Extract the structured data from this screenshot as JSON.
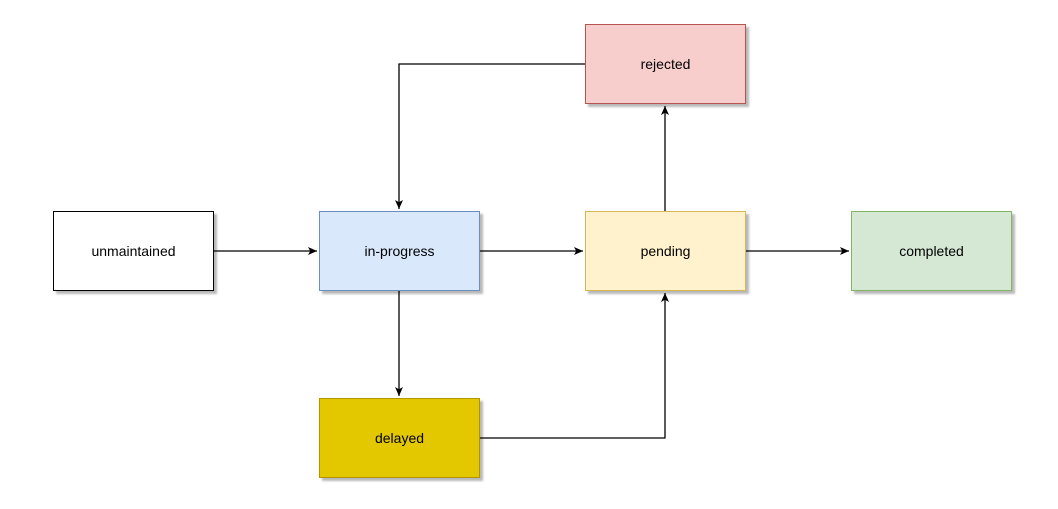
{
  "diagram": {
    "nodes": [
      {
        "id": "unmaintained",
        "label": "unmaintained",
        "fill": "#ffffff",
        "stroke": "#000000"
      },
      {
        "id": "inprogress",
        "label": "in-progress",
        "fill": "#dae8fc",
        "stroke": "#6c8ebf"
      },
      {
        "id": "pending",
        "label": "pending",
        "fill": "#fff2cc",
        "stroke": "#d6b656"
      },
      {
        "id": "completed",
        "label": "completed",
        "fill": "#d5e8d4",
        "stroke": "#82b366"
      },
      {
        "id": "rejected",
        "label": "rejected",
        "fill": "#f8cecc",
        "stroke": "#b85450"
      },
      {
        "id": "delayed",
        "label": "delayed",
        "fill": "#e3c800",
        "stroke": "#b09500"
      }
    ],
    "edges": [
      {
        "from": "unmaintained",
        "to": "inprogress"
      },
      {
        "from": "inprogress",
        "to": "pending"
      },
      {
        "from": "pending",
        "to": "completed"
      },
      {
        "from": "pending",
        "to": "rejected"
      },
      {
        "from": "rejected",
        "to": "inprogress"
      },
      {
        "from": "inprogress",
        "to": "delayed"
      },
      {
        "from": "delayed",
        "to": "pending"
      }
    ],
    "edge_color": "#000000"
  }
}
